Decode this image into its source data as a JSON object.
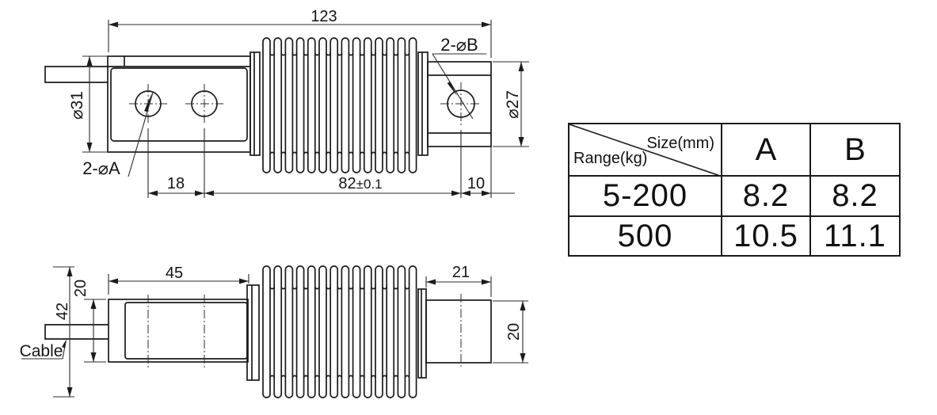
{
  "colors": {
    "line": "#1b1b1b",
    "background": "#ffffff"
  },
  "top_view": {
    "overall_length": "123",
    "left_diameter": "⌀31",
    "right_diameter": "⌀27",
    "left_holes_label": "2-⌀A",
    "right_holes_label": "2-⌀B",
    "hole_spacing": "18",
    "center_distance_value": "82",
    "center_distance_tolerance": "±0.1",
    "right_hole_offset": "10"
  },
  "side_view": {
    "left_block_length": "45",
    "left_block_height": "20",
    "overall_height": "42",
    "right_block_length": "21",
    "right_block_height": "20",
    "cable_label": "Cable"
  },
  "spec_table": {
    "corner": {
      "top_right": "Size(mm)",
      "bottom_left": "Range(kg)"
    },
    "columns": [
      "A",
      "B"
    ],
    "rows": [
      {
        "range": "5-200",
        "A": "8.2",
        "B": "8.2"
      },
      {
        "range": "500",
        "A": "10.5",
        "B": "11.1"
      }
    ]
  }
}
